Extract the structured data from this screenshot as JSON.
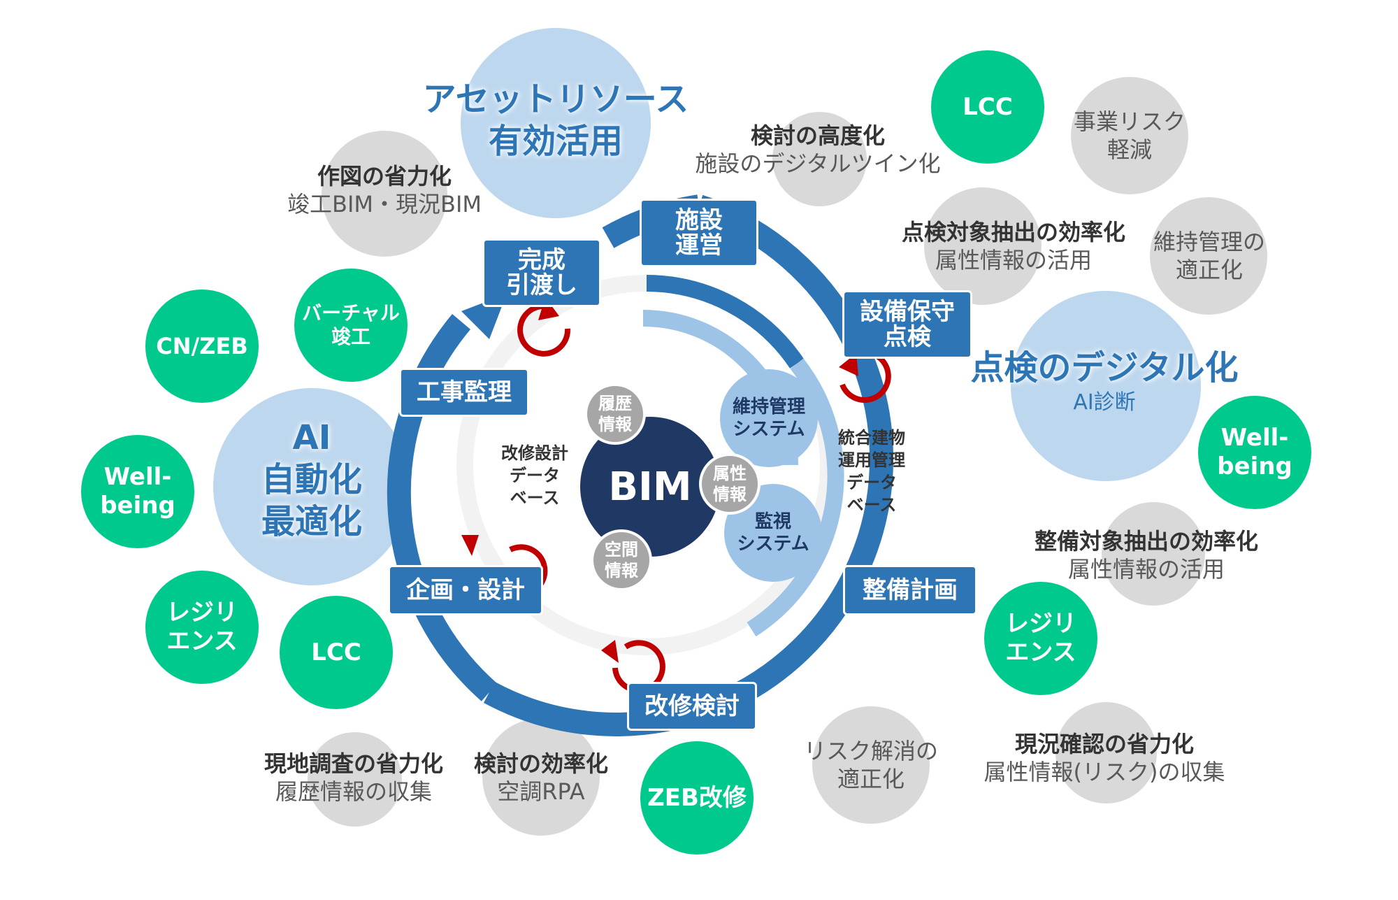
{
  "center": {
    "label": "BIM"
  },
  "inner_nodes": {
    "maintenance_system": [
      "維持管理",
      "システム"
    ],
    "attribute_info": [
      "属性",
      "情報"
    ],
    "monitoring_system": [
      "監視",
      "システム"
    ],
    "history_info": [
      "履歴",
      "情報"
    ],
    "space_info": [
      "空間",
      "情報"
    ]
  },
  "databases": {
    "renovation_design_db": [
      "改修設計",
      "データ",
      "ベース"
    ],
    "integrated_operation_db": [
      "統合建物",
      "運用管理",
      "データ",
      "ベース"
    ]
  },
  "steps": {
    "facility_operation": [
      "施設",
      "運営"
    ],
    "completion_handover": [
      "完成",
      "引渡し"
    ],
    "equipment_maintenance": [
      "設備保守",
      "点検"
    ],
    "construction_supervision": "工事監理",
    "planning_design": "企画・設計",
    "maintenance_planning": "整備計画",
    "renovation_review": "改修検討"
  },
  "highlights": {
    "asset_resource": [
      "アセットリソース",
      "有効活用"
    ],
    "ai": [
      "AI",
      "自動化",
      "最適化"
    ],
    "digital_inspection": {
      "title": "点検のデジタル化",
      "sub": "AI診断"
    }
  },
  "green_tags": {
    "lcc_top": "LCC",
    "virtual_completion": [
      "バーチャル",
      "竣工"
    ],
    "cn_zeb": "CN/ZEB",
    "wellbeing_left": [
      "Well-",
      "being"
    ],
    "resilience_left": [
      "レジリ",
      "エンス"
    ],
    "lcc_bottom": "LCC",
    "zeb_renovation": "ZEB改修",
    "wellbeing_right": [
      "Well-",
      "being"
    ],
    "resilience_right": [
      "レジリ",
      "エンス"
    ]
  },
  "benefits": {
    "drafting": {
      "title": "作図の省力化",
      "sub": "竣工BIM・現況BIM"
    },
    "study_advanced": {
      "title": "検討の高度化",
      "sub": "施設のデジタルツイン化"
    },
    "business_risk": [
      "事業リスク",
      "軽減"
    ],
    "inspection_extraction": {
      "title": "点検対象抽出の効率化",
      "sub": "属性情報の活用"
    },
    "maintenance_proper": [
      "維持管理の",
      "適正化"
    ],
    "maintenance_extraction": {
      "title": "整備対象抽出の効率化",
      "sub": "属性情報の活用"
    },
    "status_check": {
      "title": "現況確認の省力化",
      "sub": "属性情報(リスク)の収集"
    },
    "risk_resolution": [
      "リスク解消の",
      "適正化"
    ],
    "site_survey": {
      "title": "現地調査の省力化",
      "sub": "履歴情報の収集"
    },
    "study_efficiency": {
      "title": "検討の効率化",
      "sub": "空調RPA"
    }
  },
  "colors": {
    "ring_blue": "#2e75b6",
    "ring_light": "#9dc3e6",
    "green": "#00c98e",
    "grey": "#d9d9d9",
    "navy": "#1f3864",
    "arrow_red": "#c00000"
  }
}
